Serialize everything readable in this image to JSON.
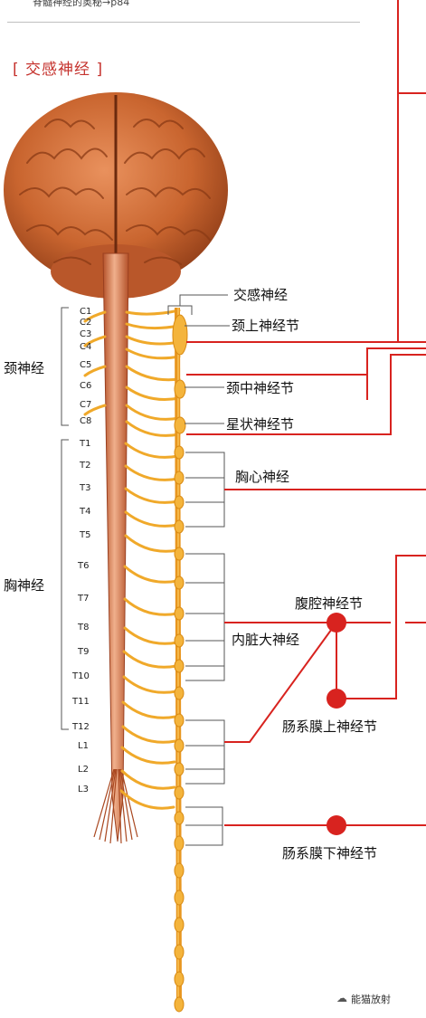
{
  "header": {
    "caption": "脊髓神经的奥秘→p84"
  },
  "section_title": "[ 交感神经 ]",
  "groups": {
    "cervical": "颈神经",
    "thoracic": "胸神经"
  },
  "segments": [
    "C1",
    "C2",
    "C3",
    "C4",
    "C5",
    "C6",
    "C7",
    "C8",
    "T1",
    "T2",
    "T3",
    "T4",
    "T5",
    "T6",
    "T7",
    "T8",
    "T9",
    "T10",
    "T11",
    "T12",
    "L1",
    "L2",
    "L3"
  ],
  "labels": {
    "sympathetic_nerve": "交感神经",
    "superior_cervical_ganglion": "颈上神经节",
    "middle_cervical_ganglion": "颈中神经节",
    "stellate_ganglion": "星状神经节",
    "cardiac_nerves": "胸心神经",
    "celiac_ganglion": "腹腔神经节",
    "greater_splanchnic_nerve": "内脏大神经",
    "superior_mesenteric_ganglion": "肠系膜上神经节",
    "inferior_mesenteric_ganglion": "肠系膜下神经节"
  },
  "watermark": "能猫放射",
  "colors": {
    "accent_red": "#d8231f",
    "nerve": "#f2b43a",
    "brain": "#c9652f"
  }
}
